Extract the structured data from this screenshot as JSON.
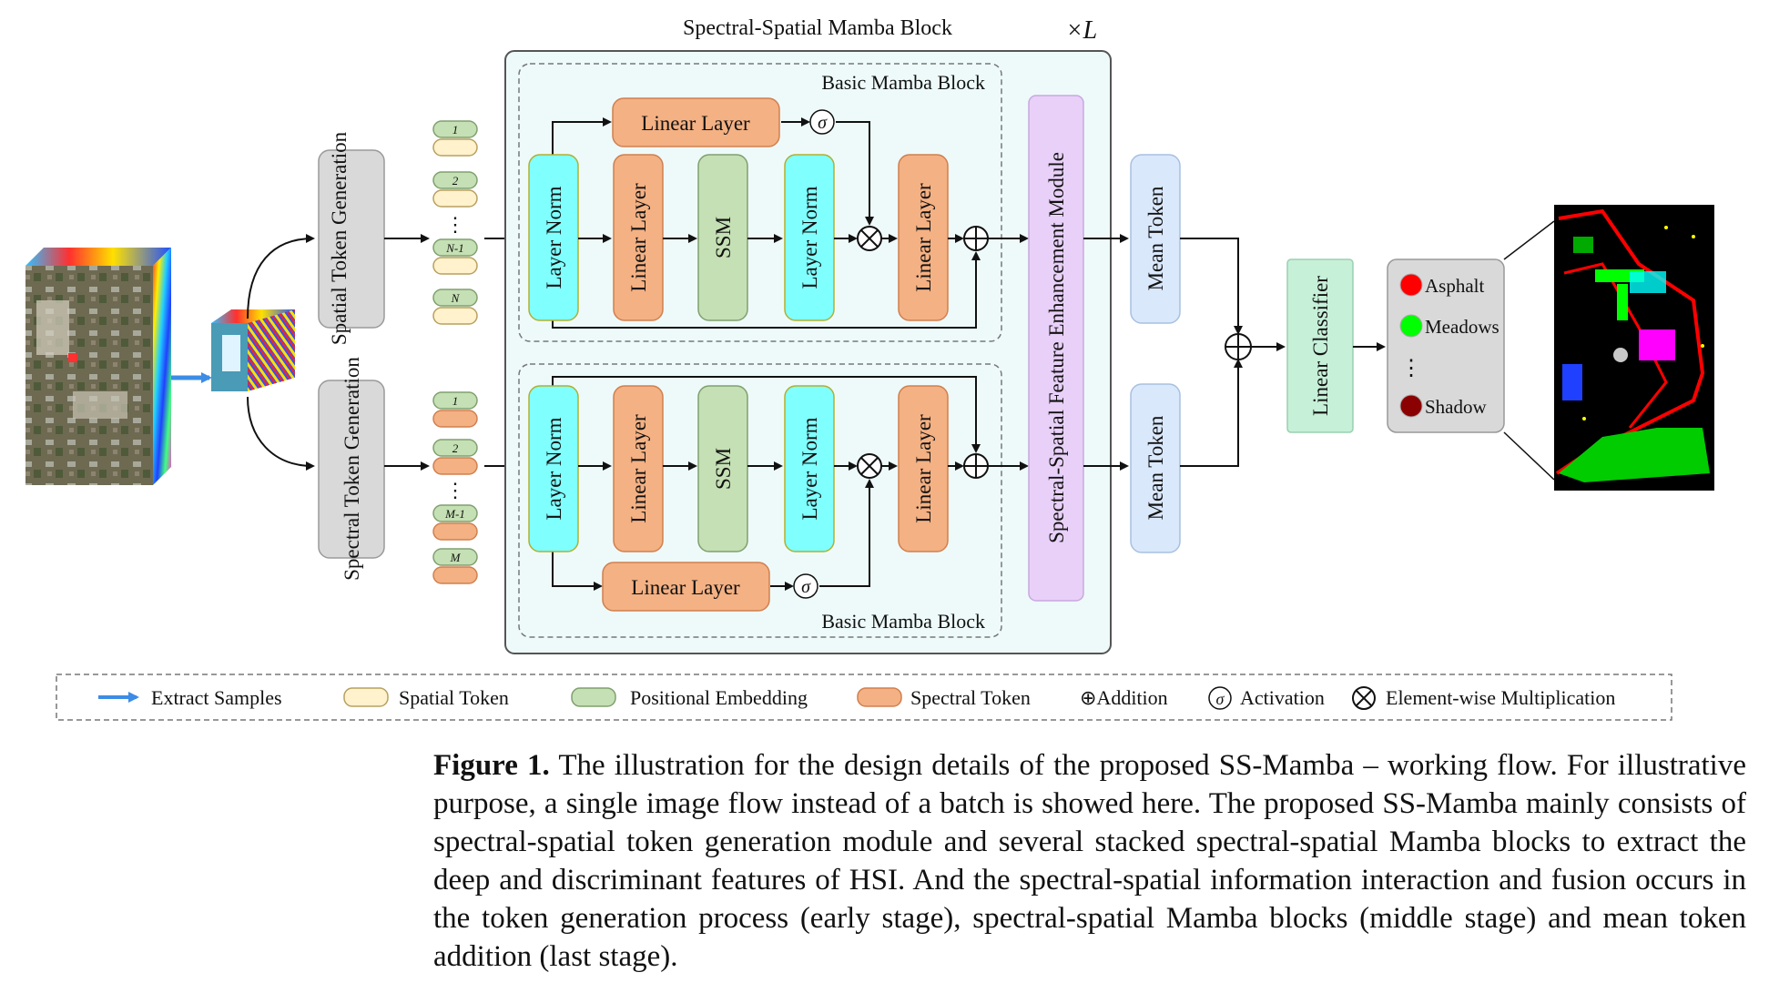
{
  "title": "Spectral-Spatial Mamba Block",
  "repeat_label": "×L",
  "inner_block_label": "Basic Mamba Block",
  "spatial_generation": "Spatial Token Generation",
  "spectral_generation": "Spectral Token Generation",
  "spatial_token_ids": [
    "1",
    "2",
    "N-1",
    "N"
  ],
  "spectral_token_ids": [
    "1",
    "2",
    "M-1",
    "M"
  ],
  "ellipsis": "⋮",
  "modules": {
    "layer_norm": "Layer Norm",
    "linear_layer": "Linear Layer",
    "ssm": "SSM",
    "enhancement": "Spectral-Spatial Feature Enhancement Module",
    "mean_token": "Mean Token",
    "linear_classifier": "Linear Classifier"
  },
  "symbols": {
    "plus": "⊕",
    "times": "⊗",
    "sigma": "σ"
  },
  "classes": [
    {
      "name": "Asphalt",
      "color": "#ff0000"
    },
    {
      "name": "Meadows",
      "color": "#00ff00"
    },
    {
      "name": "Shadow",
      "color": "#8b0000"
    }
  ],
  "legend": {
    "extract": "Extract Samples",
    "spatial": "Spatial Token",
    "positional": "Positional Embedding",
    "spectral": "Spectral Token",
    "addition": "⊕Addition",
    "activation": "Activation",
    "multiplication": "Element-wise Multiplication"
  },
  "colors": {
    "layer_norm": "#80ffff",
    "linear": "#f4b183",
    "ssm": "#c5e0b4",
    "enhancement": "#e8d0f8",
    "mean_token": "#dae8fc",
    "classifier": "#c6f0d8",
    "token_gen": "#d9d9d9",
    "spatial_token": "#fff2cc",
    "outer_block": "#eefafa",
    "arrow_extract": "#3c8ce6"
  },
  "caption": {
    "label": "Figure 1.",
    "text": "The illustration for the design details of the proposed SS-Mamba – working flow. For illustrative purpose, a single image flow instead of a batch is showed here. The proposed SS-Mamba mainly consists of spectral-spatial token generation module and several stacked spectral-spatial Mamba blocks to extract the deep and discriminant features of HSI. And the spectral-spatial information interaction and fusion occurs in the token generation process (early stage), spectral-spatial Mamba blocks (middle stage) and mean token addition (last stage)."
  }
}
